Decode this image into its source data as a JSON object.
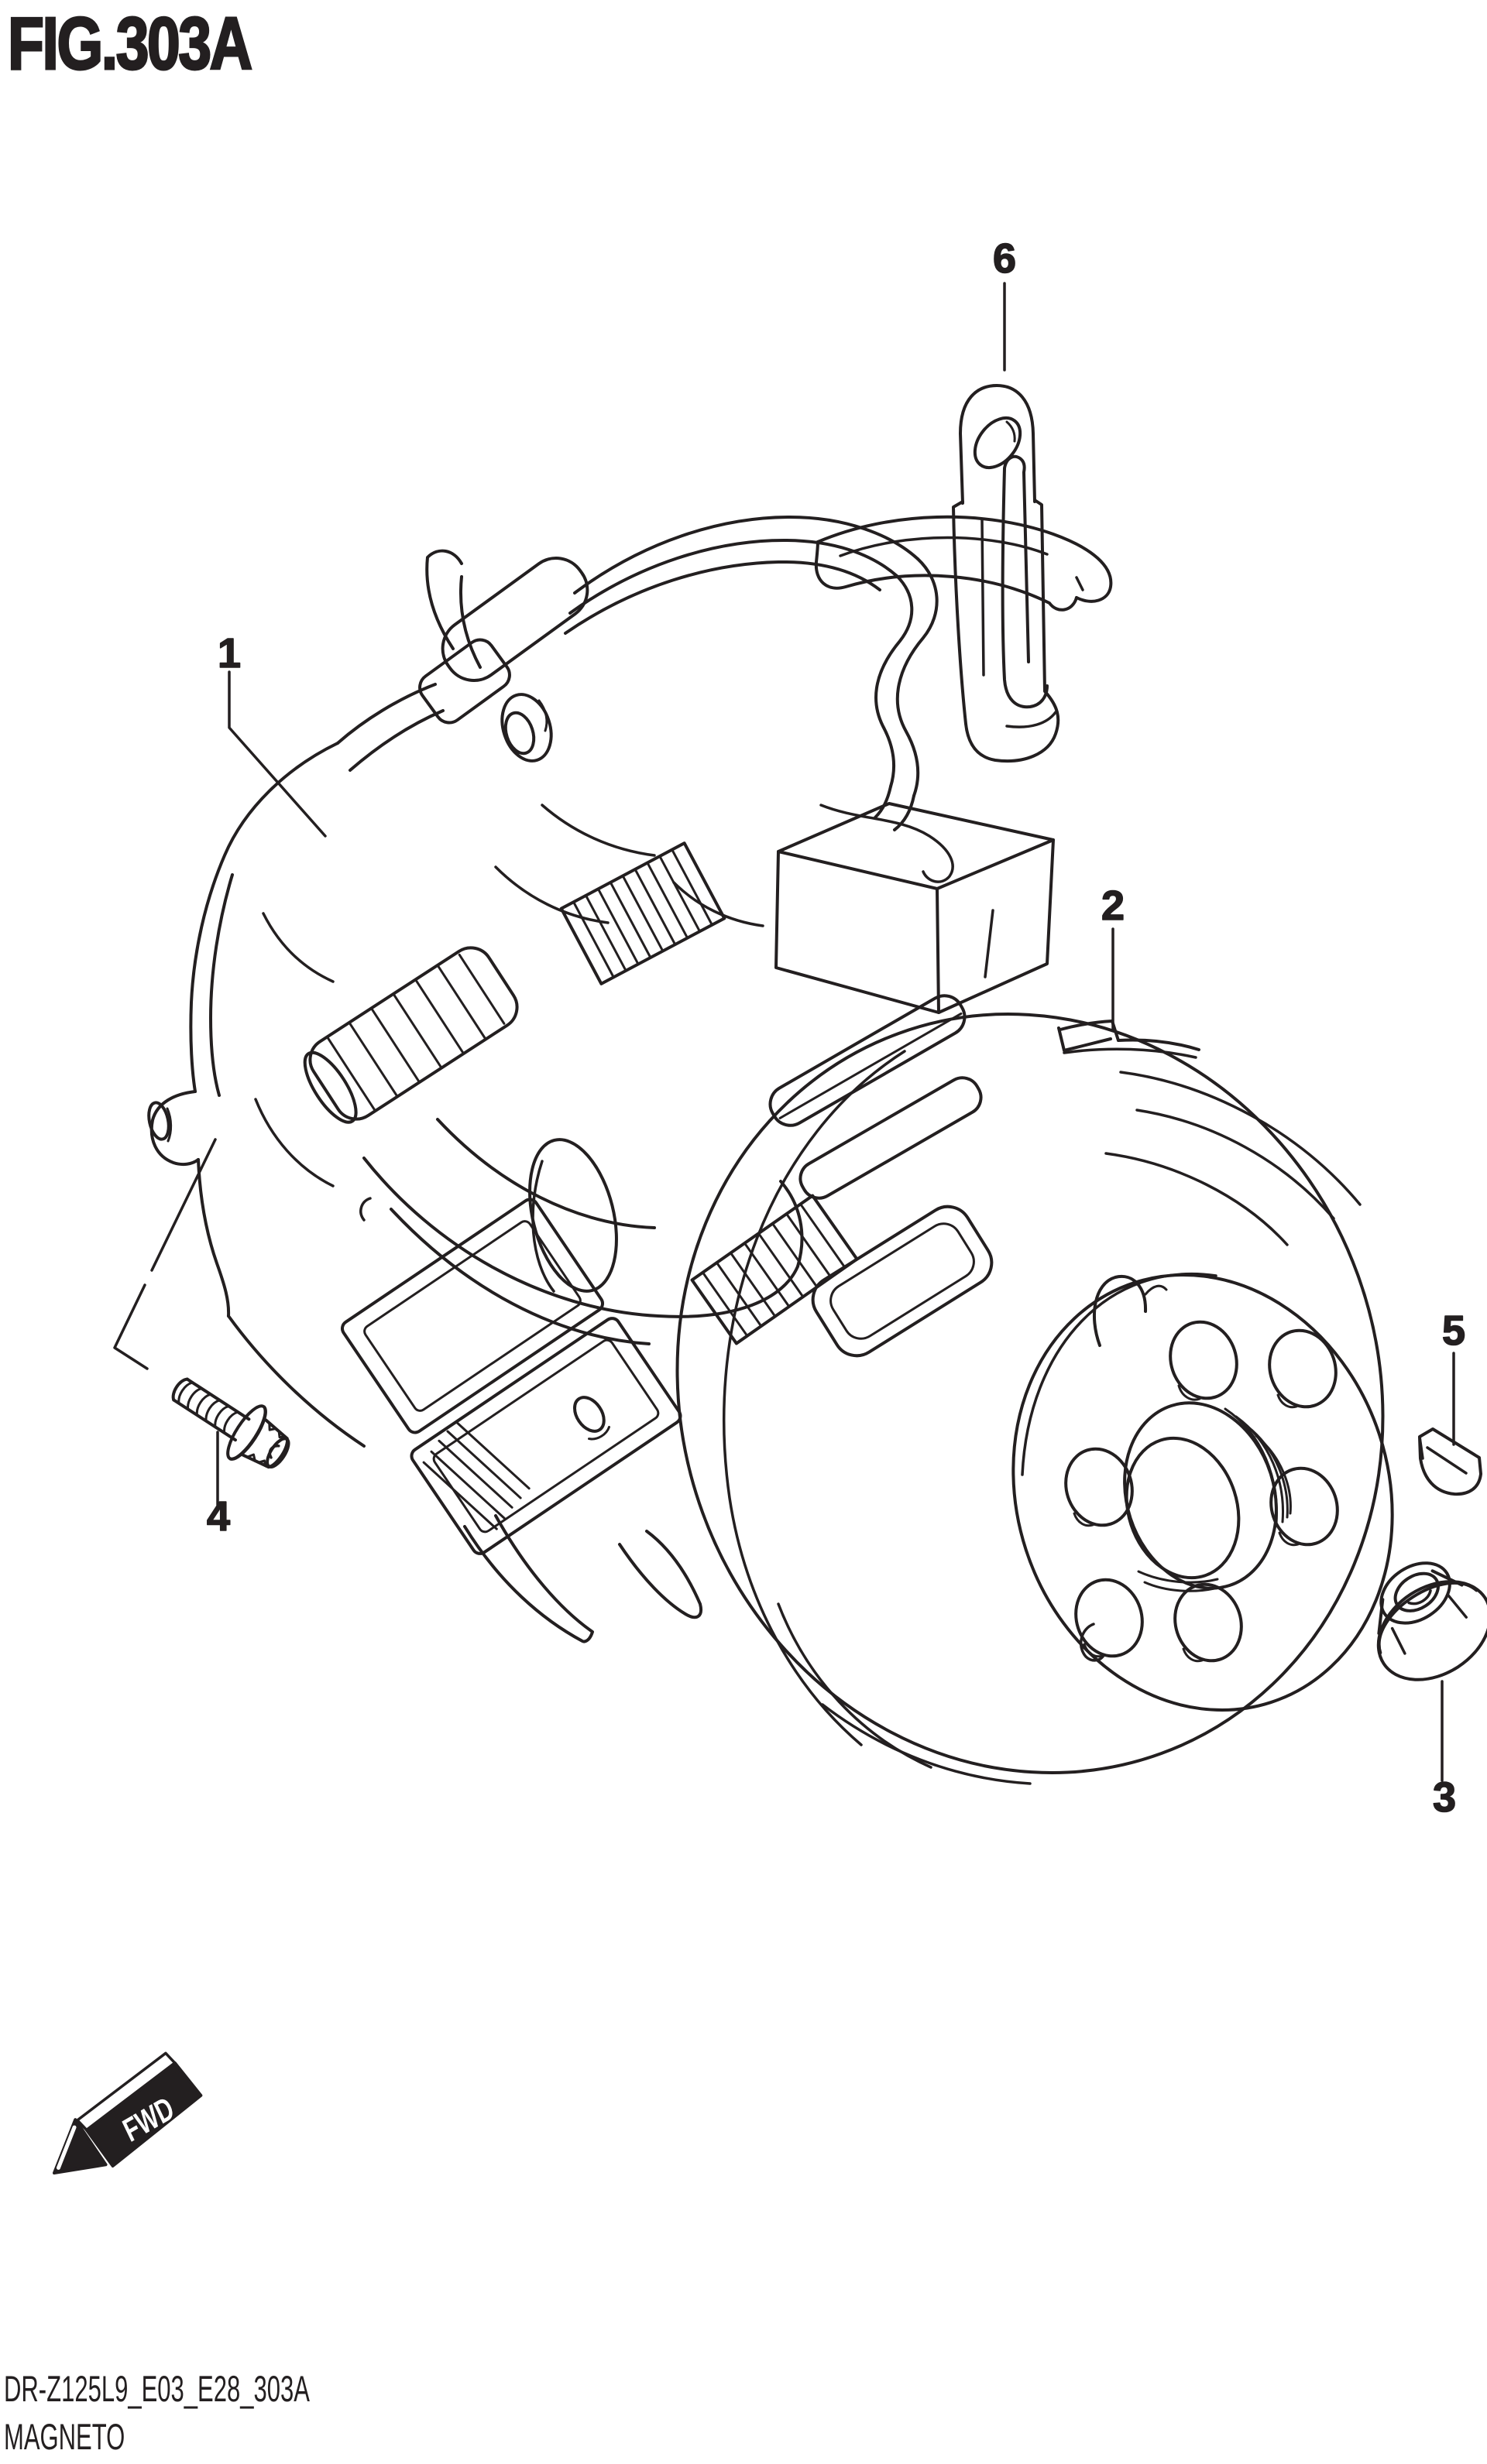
{
  "page": {
    "title": "FIG.303A",
    "background_color": "#ffffff",
    "line_color": "#231f20"
  },
  "footer": {
    "code": "DR-Z125L9_E03_E28_303A",
    "name": "MAGNETO"
  },
  "fwd_arrow": {
    "label": "FWD"
  },
  "callouts": [
    {
      "label": "1"
    },
    {
      "label": "2"
    },
    {
      "label": "3"
    },
    {
      "label": "4"
    },
    {
      "label": "5"
    },
    {
      "label": "6"
    }
  ]
}
